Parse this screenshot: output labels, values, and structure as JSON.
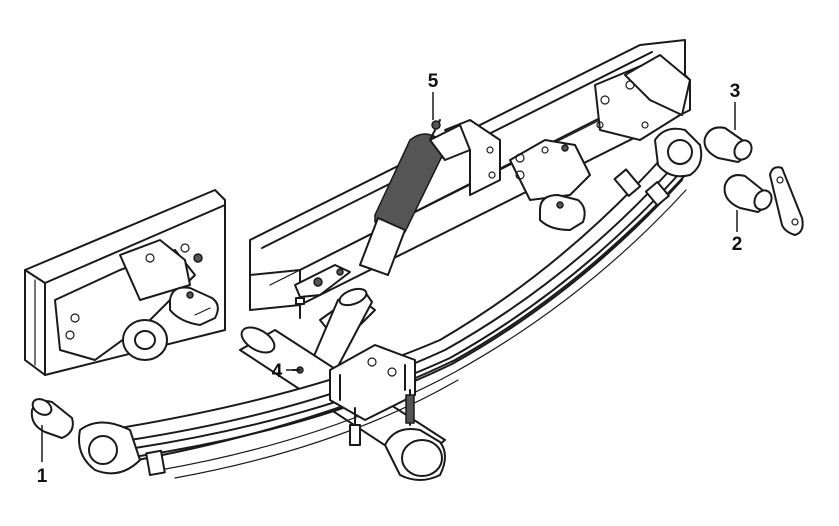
{
  "callouts": [
    {
      "id": "part-1",
      "label": "1"
    },
    {
      "id": "part-2",
      "label": "2"
    },
    {
      "id": "part-3",
      "label": "3"
    },
    {
      "id": "part-4",
      "label": "4"
    },
    {
      "id": "part-5",
      "label": "5"
    }
  ]
}
